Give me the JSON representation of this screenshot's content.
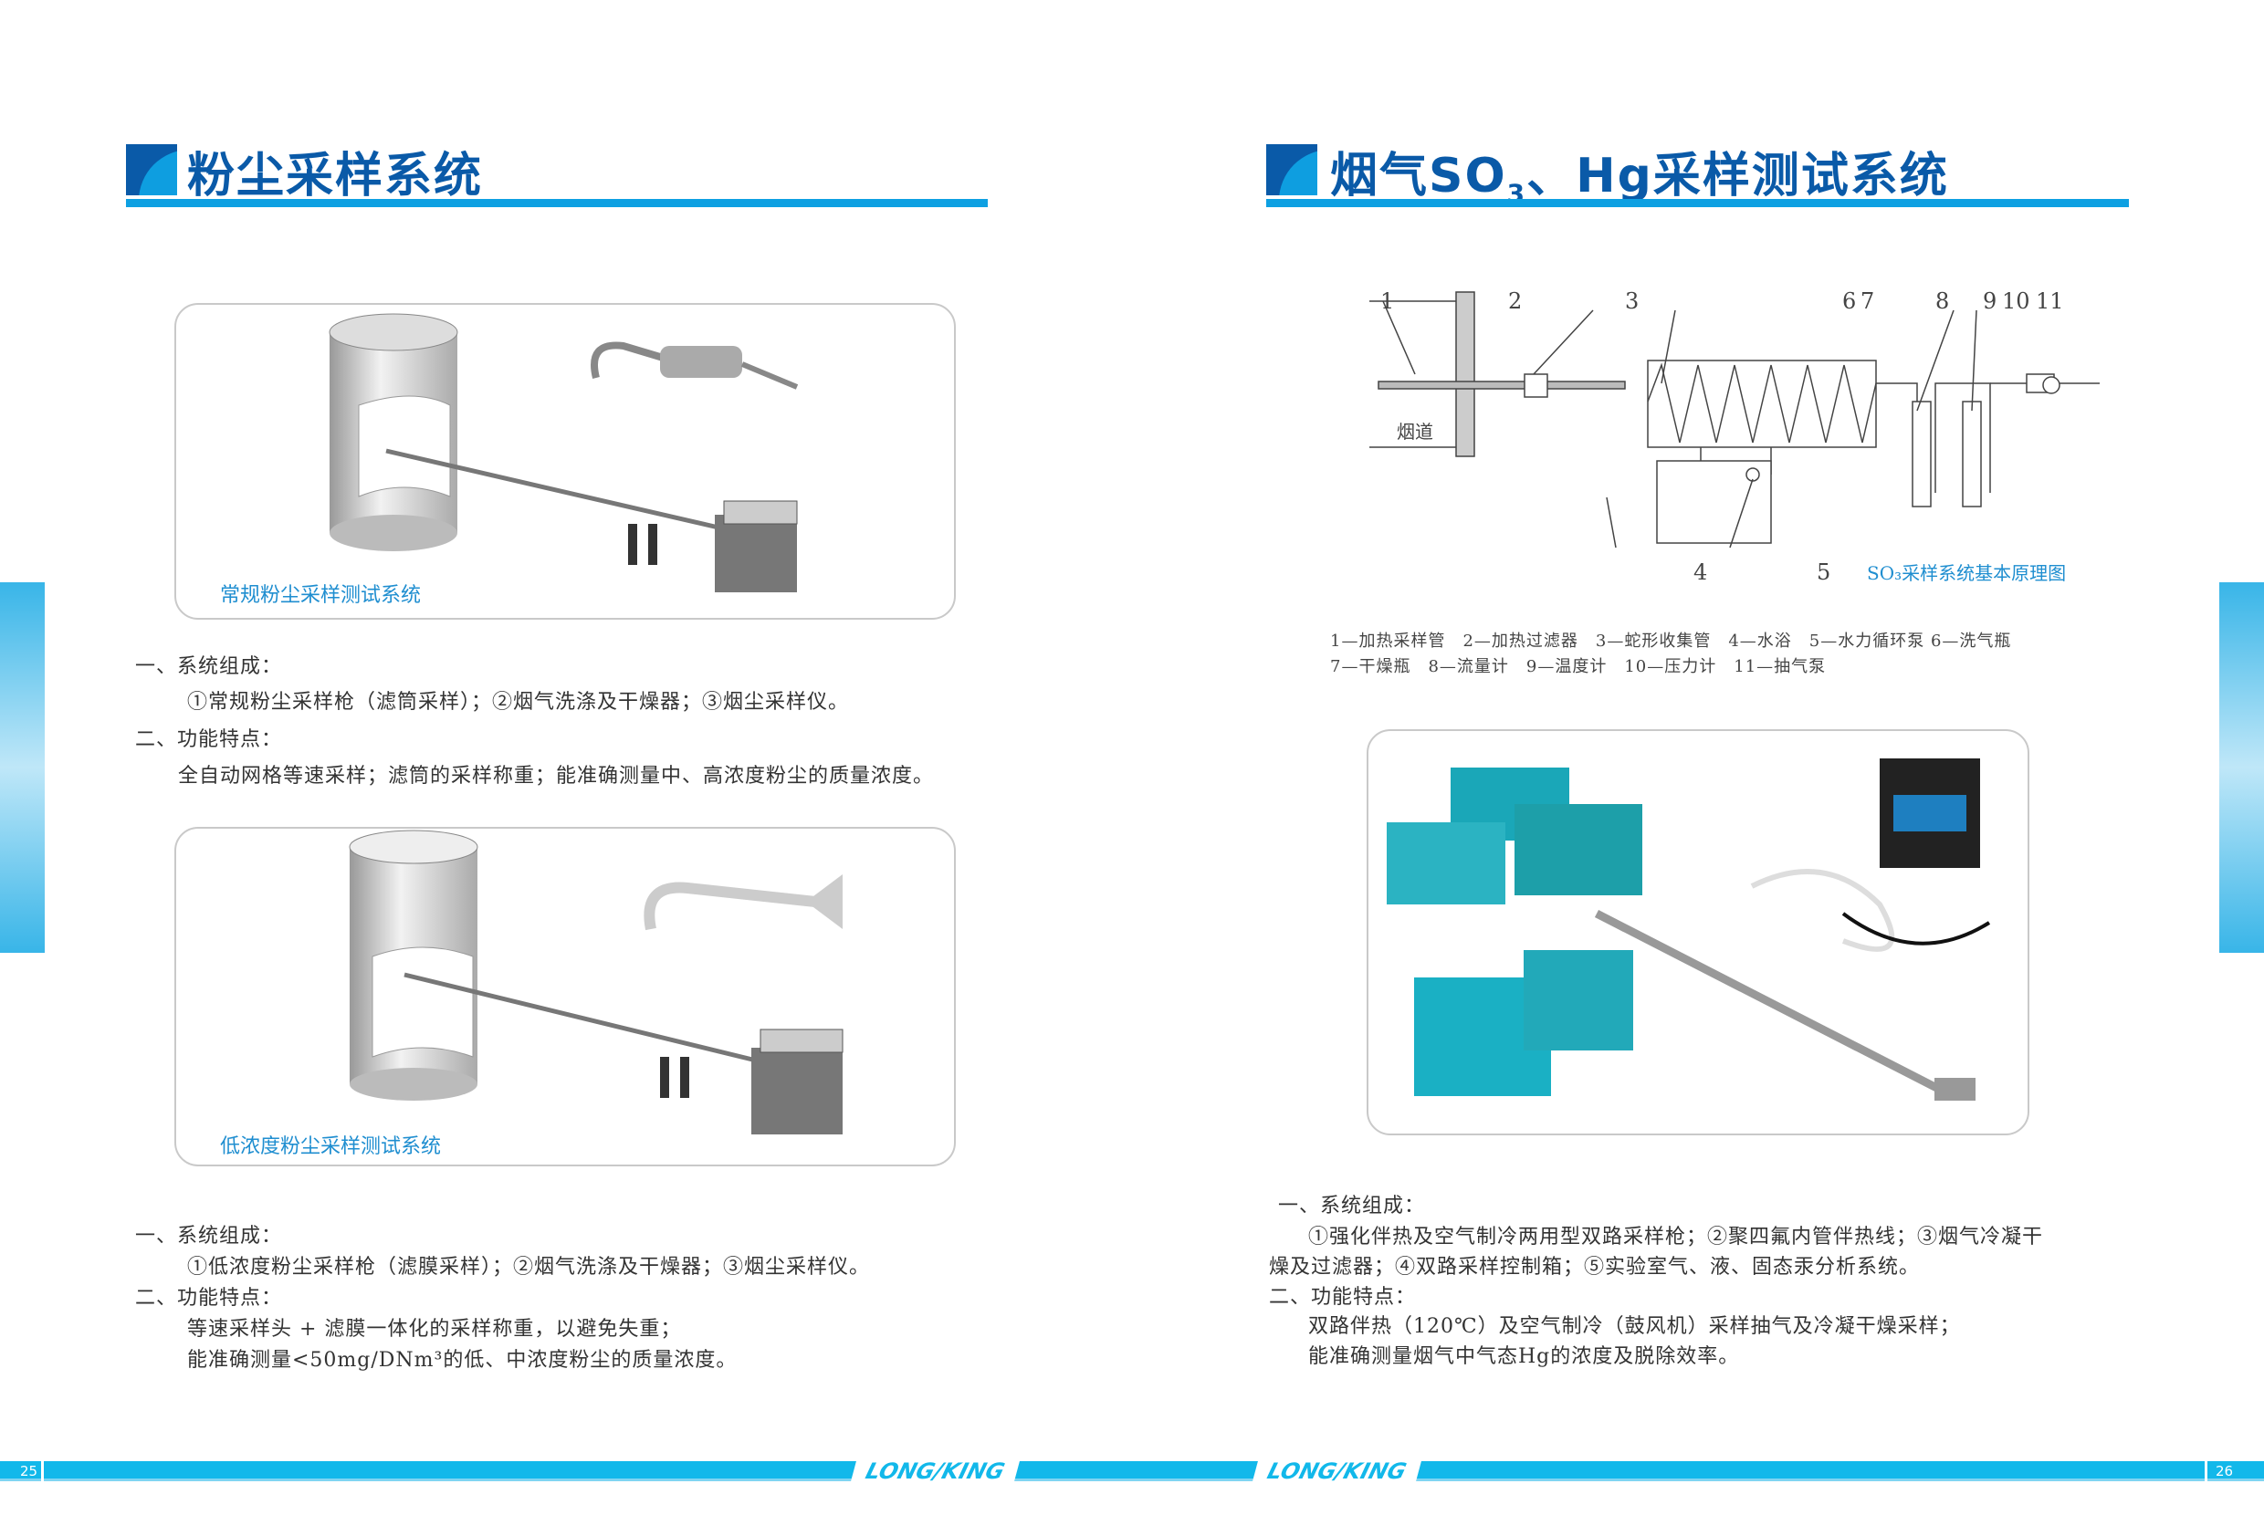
{
  "left_page": {
    "title": "粉尘采样系统",
    "panel1": {
      "caption": "常规粉尘采样测试系统",
      "lines": [
        "一、系统组成：",
        "①常规粉尘采样枪（滤筒采样）；②烟气洗涤及干燥器；③烟尘采样仪。",
        "二、功能特点：",
        "全自动网格等速采样；滤筒的采样称重；能准确测量中、高浓度粉尘的质量浓度。"
      ]
    },
    "panel2": {
      "caption": "低浓度粉尘采样测试系统",
      "lines": [
        "一、系统组成：",
        "①低浓度粉尘采样枪（滤膜采样）；②烟气洗涤及干燥器；③烟尘采样仪。",
        "二、功能特点：",
        "等速采样头 + 滤膜一体化的采样称重，以避免失重；",
        "能准确测量<50mg/DNm³的低、中浓度粉尘的质量浓度。"
      ]
    },
    "page_number": "25"
  },
  "right_page": {
    "title_prefix": "烟气SO",
    "title_sub": "3",
    "title_suffix": "、Hg采样测试系统",
    "diagram": {
      "caption": "SO₃采样系统基本原理图",
      "flue_label": "烟道",
      "numbers": [
        "1",
        "2",
        "3",
        "4",
        "5",
        "6",
        "7",
        "8",
        "9",
        "10",
        "11"
      ],
      "legend_line1": "1—加热采样管　2—加热过滤器　3—蛇形收集管　4—水浴　5—水力循环泵 6—洗气瓶",
      "legend_line2": "7—干燥瓶　8—流量计　9—温度计　10—压力计　11—抽气泵"
    },
    "lines": [
      "一、系统组成：",
      "①强化伴热及空气制冷两用型双路采样枪；②聚四氟内管伴热线；③烟气冷凝干",
      "燥及过滤器；④双路采样控制箱；⑤实验室气、液、固态汞分析系统。",
      "二、功能特点：",
      "双路伴热（120℃）及空气制冷（鼓风机）采样抽气及冷凝干燥采样；",
      "能准确测量烟气中气态Hg的浓度及脱除效率。"
    ],
    "page_number": "26"
  },
  "footer": {
    "logo": "LONG/KING"
  },
  "colors": {
    "title": "#0a5aa8",
    "accent": "#0ea0e2",
    "footer": "#12b8ea"
  }
}
